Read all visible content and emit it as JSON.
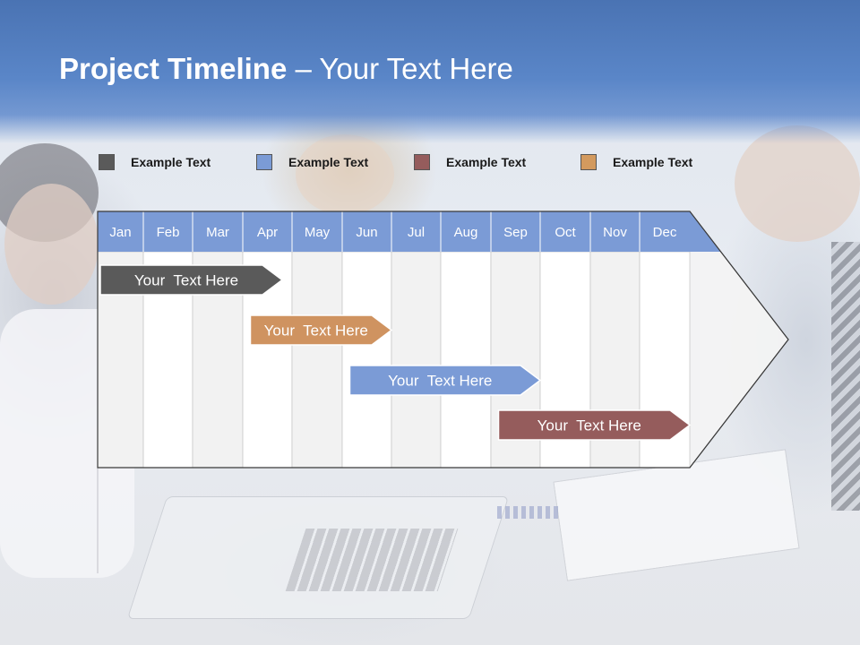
{
  "title": {
    "main": "Project Timeline",
    "separator": " – ",
    "sub": "Your Text Here"
  },
  "legend": [
    {
      "label": "Example Text",
      "color": "#5a5a5a"
    },
    {
      "label": "Example Text",
      "color": "#7b9bd6"
    },
    {
      "label": "Example Text",
      "color": "#955c5c"
    },
    {
      "label": "Example Text",
      "color": "#d39a5e"
    }
  ],
  "months": [
    "Jan",
    "Feb",
    "Mar",
    "Apr",
    "May",
    "Jun",
    "Jul",
    "Aug",
    "Sep",
    "Oct",
    "Nov",
    "Dec"
  ],
  "tasks": [
    {
      "label": "Your  Text Here",
      "color": "#5a5a5a",
      "start_month": 0,
      "end_month": 3.8
    },
    {
      "label": "Your  Text Here",
      "color": "#cf9360",
      "start_month": 3.1,
      "end_month": 6.0
    },
    {
      "label": "Your  Text Here",
      "color": "#7b9bd6",
      "start_month": 5.1,
      "end_month": 9.0
    },
    {
      "label": "Your  Text Here",
      "color": "#955c5c",
      "start_month": 8.1,
      "end_month": 12.0
    }
  ],
  "colors": {
    "header": "#5a86c8",
    "month_header": "#7b9bd6",
    "column_light": "#f2f2f2",
    "column_white": "#ffffff"
  }
}
